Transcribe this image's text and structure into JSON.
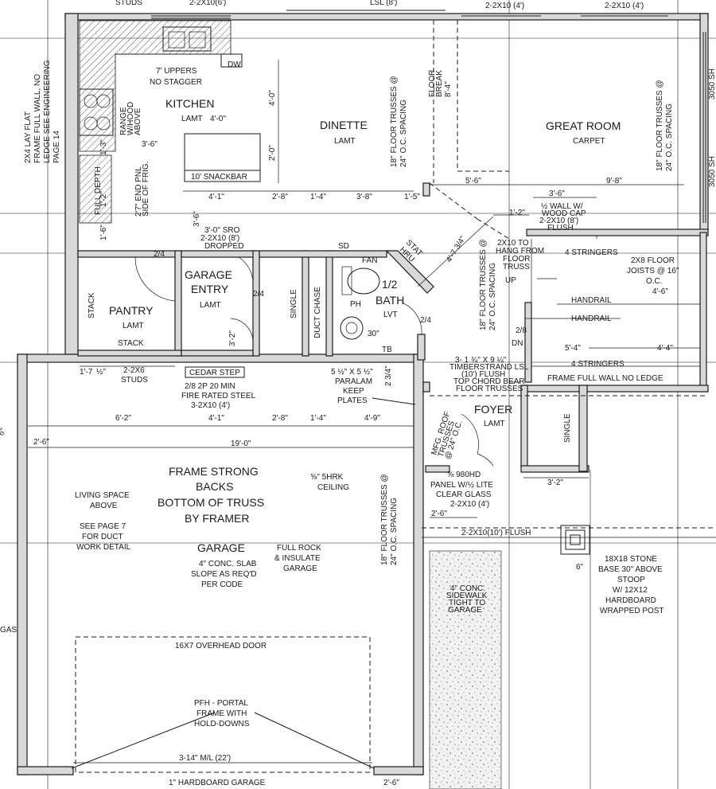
{
  "rooms": {
    "kitchen": {
      "name": "KITCHEN",
      "floor": "LAMT"
    },
    "dinette": {
      "name": "DINETTE",
      "floor": "LAMT"
    },
    "great_room": {
      "name": "GREAT ROOM",
      "floor": "CARPET"
    },
    "pantry": {
      "name": "PANTRY",
      "floor": "LAMT"
    },
    "garage_entry": {
      "name1": "GARAGE",
      "name2": "ENTRY",
      "floor": "LAMT"
    },
    "bath": {
      "name1": "1/2",
      "name2": "BATH",
      "floor": "LVT"
    },
    "foyer": {
      "name": "FOYER",
      "floor": "LAMT"
    },
    "garage": {
      "name": "GARAGE",
      "notes": [
        "4\" CONC. SLAB",
        "SLOPE AS REQ'D",
        "PER CODE"
      ]
    }
  },
  "notes": {
    "uppers": [
      "7' UPPERS",
      "NO STAGGER"
    ],
    "snackbar": "10' SNACKBAR",
    "range": [
      "RANGE",
      "W/HOOD",
      "ABOVE"
    ],
    "end_panel": [
      "2'7\" END PNL",
      "SIDE OF FRIG."
    ],
    "full_depth": "FULL DEPTH",
    "dw": "DW",
    "left_wall": [
      "2X4 LAY FLAT",
      "FRAME FULL WALL, NO",
      "LEDGE SEE ENGINEERING",
      "PAGE 14"
    ],
    "floor_break": [
      "FLOOR",
      "BREAK",
      "8'-4\""
    ],
    "trusses_dinette": [
      "18\" FLOOR TRUSSES @",
      "24\" O.C. SPACING"
    ],
    "trusses_great": [
      "18\" FLOOR TRUSSES @",
      "24\" O.C. SPACING"
    ],
    "trusses_stair": [
      "18\" FLOOR TRUSSES @",
      "24\" O.C. SPACING"
    ],
    "trusses_garage": [
      "18\" FLOOR TRUSSES @",
      "24\" O.C. SPACING"
    ],
    "window_right": [
      "3050 SH",
      "3050 SH"
    ],
    "sro": [
      "3'-0\" SRO",
      "2-2X10 (8')",
      "DROPPED"
    ],
    "wall_cap": [
      "½ WALL W/",
      "WOOD CAP",
      "2-2X10 (8')",
      "FLUSH"
    ],
    "hang_truss": [
      "2X10 TO",
      "HANG FROM",
      "FLOOR",
      "TRUSS"
    ],
    "stringers_top": "4 STRINGERS",
    "stringers_bot": "4 STRINGERS",
    "joists": [
      "2X8 FLOOR",
      "JOISTS @ 16\"",
      "O.C."
    ],
    "handrail1": "HANDRAIL",
    "handrail2": "HANDRAIL",
    "frame_full_wall": "FRAME FULL WALL NO LEDGE",
    "up": "UP",
    "dn": "DN",
    "stat": "STAT",
    "hru": "HRU",
    "sd": "SD",
    "fan": "FAN",
    "ph": "PH",
    "tb": "TB",
    "single1": "SINGLE",
    "single2": "SINGLE",
    "duct_chase": "DUCT CHASE",
    "stack1": "STACK",
    "stack2": "STACK",
    "thirty": "30\"",
    "cedar_step": "CEDAR STEP",
    "fire_door": [
      "2/8 2P 20 MIN",
      "FIRE RATED STEEL",
      "3-2X10 (4')"
    ],
    "paralam": [
      "5 ½\" X 5 ½\"",
      "PARALAM",
      "KEEP",
      "PLATES"
    ],
    "timberstrand": [
      "3- 1 ¾\" X 9 ¼\"",
      "TIMBERSTRAND LSL",
      "(10') FLUSH",
      "TOP CHORD BEAR",
      "FLOOR TRUSSES"
    ],
    "studs": [
      "2-2X6",
      "STUDS"
    ],
    "studs_top": "STUDS",
    "header_top1": "2-2X10(6')",
    "header_top2": "LSL (8')",
    "header_top3": "2-2X10 (4')",
    "header_top4": "2-2X10 (4')",
    "frame_strong": [
      "FRAME STRONG",
      "BACKS",
      "BOTTOM OF TRUSS",
      "BY FRAMER"
    ],
    "living_space": [
      "LIVING SPACE",
      "ABOVE"
    ],
    "see_page": [
      "SEE PAGE 7",
      "FOR DUCT",
      "WORK DETAIL"
    ],
    "shrk": [
      "⅝\" 5HRK",
      "CEILING"
    ],
    "full_rock": [
      "FULL ROCK",
      "& INSULATE",
      "GARAGE"
    ],
    "overhead": "16X7 OVERHEAD DOOR",
    "pfh": [
      "PFH - PORTAL",
      "FRAME WITH",
      "HOLD-DOWNS"
    ],
    "garage_header": "3-14\" M/L (22')",
    "hardboard": "1\" HARDBOARD GARAGE",
    "mfg_roof": [
      "MFG. ROOF",
      "TRUSSES",
      "@ 24\" O.C."
    ],
    "door_980": "⅝ 980HD",
    "panel": [
      "PANEL W/½ LITE",
      "CLEAR GLASS",
      "2-2X10 (4')"
    ],
    "flush": "2-2X10(10') FLUSH",
    "stone": [
      "18X18 STONE",
      "BASE 30\" ABOVE",
      "STOOP",
      "W/ 12X12",
      "HARDBOARD",
      "WRAPPED POST"
    ],
    "sidewalk": [
      "4\" CONC.",
      "SIDEWALK",
      "TIGHT TO",
      "GARAGE"
    ],
    "gas": "GAS",
    "door_24a": "2/4",
    "door_24b": "2/4",
    "door_24c": "2/4",
    "door_28": "2/8"
  },
  "dims": {
    "k_40": "4'-0\"",
    "k_36": "3'-6\"",
    "k_20": "2'-0\"",
    "k_40v": "4'-0\"",
    "k_20v": "2'-0\"",
    "d_41": "4'-1\"",
    "d_28": "2'-8\"",
    "d_14": "1'-4\"",
    "d_38": "3'-8\"",
    "d_15": "1'-5\"",
    "g_56": "5'-6\"",
    "g_98": "9'-8\"",
    "g_36": "3'-6\"",
    "g_12": "1'-2\"",
    "s_46": "4'-6\"",
    "s_54": "5'-4\"",
    "s_44": "4'-4\"",
    "v_36": "3'-6\"",
    "v_32": "3'-2\"",
    "v_16": "1'-6\"",
    "v_13": "1'-3\"",
    "v_12": "1'-2\"",
    "v_234": "2 3/4\"",
    "diag": "4'-7 3/4\"",
    "b_17": "1'-7",
    "b_half": "½\"",
    "b_62": "6'-2\"",
    "b_41": "4'-1\"",
    "b_28": "2'-8\"",
    "b_14": "1'-4\"",
    "b_49": "4'-9\"",
    "b_190": "19'-0\"",
    "b_26": "2'-6\"",
    "b_26b": "2'-6\"",
    "b_26c": "2'-6\"",
    "b_32": "3'-2\"",
    "b_6": "6\"",
    "b_6b": "6\""
  }
}
